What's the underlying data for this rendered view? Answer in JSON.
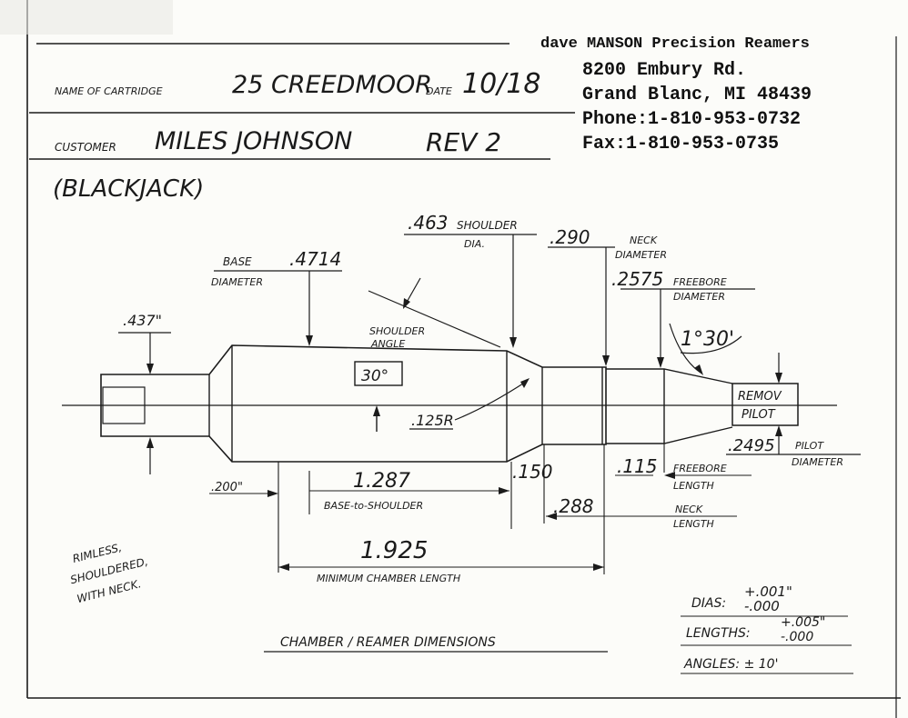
{
  "company": {
    "name": "dave MANSON Precision Reamers",
    "street": "8200 Embury Rd.",
    "city": "Grand Blanc, MI 48439",
    "phone": "Phone:1-810-953-0732",
    "fax": "Fax:1-810-953-0735"
  },
  "form": {
    "cartridge_label": "NAME OF CARTRIDGE",
    "cartridge_value": "25 CREEDMOOR",
    "date_label": "DATE",
    "date_value": "10/18",
    "customer_label": "CUSTOMER",
    "customer_value": "MILES JOHNSON",
    "revision": "REV 2",
    "note": "(BLACKJACK)"
  },
  "dimensions": {
    "rim_dia": ".437\"",
    "base_dia_label": "BASE",
    "base_dia_value": ".4714",
    "base_dia_sub": "DIAMETER",
    "shoulder_dia_value": ".463",
    "shoulder_dia_label": "SHOULDER",
    "shoulder_dia_sub": "DIA.",
    "neck_dia_value": ".290",
    "neck_dia_label": "NECK",
    "neck_dia_sub": "DIAMETER",
    "freebore_dia_value": ".2575",
    "freebore_dia_label": "FREEBORE",
    "freebore_dia_sub": "DIAMETER",
    "shoulder_angle_label1": "SHOULDER",
    "shoulder_angle_label2": "ANGLE",
    "shoulder_angle_value": "30°",
    "throat_angle": "1°30'",
    "radius": ".125R",
    "pilot_label1": "REMOV",
    "pilot_label2": "PILOT",
    "pilot_dia_value": ".2495",
    "pilot_dia_label": "PILOT",
    "pilot_dia_sub": "DIAMETER",
    "rim_thickness": ".200\"",
    "base_to_shoulder_value": "1.287",
    "base_to_shoulder_label": "BASE-to-SHOULDER",
    "shoulder_len": ".150",
    "freebore_len_value": ".115",
    "freebore_len_label1": "FREEBORE",
    "freebore_len_label2": "LENGTH",
    "neck_len_value": ".288",
    "neck_len_label1": "NECK",
    "neck_len_label2": "LENGTH",
    "chamber_len_value": "1.925",
    "chamber_len_label": "MINIMUM CHAMBER LENGTH"
  },
  "notes": {
    "type_line1": "RIMLESS,",
    "type_line2": "SHOULDERED,",
    "type_line3": "WITH NECK.",
    "title": "CHAMBER / REAMER DIMENSIONS",
    "dias_label": "DIAS:",
    "dias_plus": "+.001\"",
    "dias_minus": "-.000",
    "lengths_label": "LENGTHS:",
    "lengths_plus": "+.005\"",
    "lengths_minus": "-.000",
    "angles": "ANGLES: ± 10'"
  }
}
